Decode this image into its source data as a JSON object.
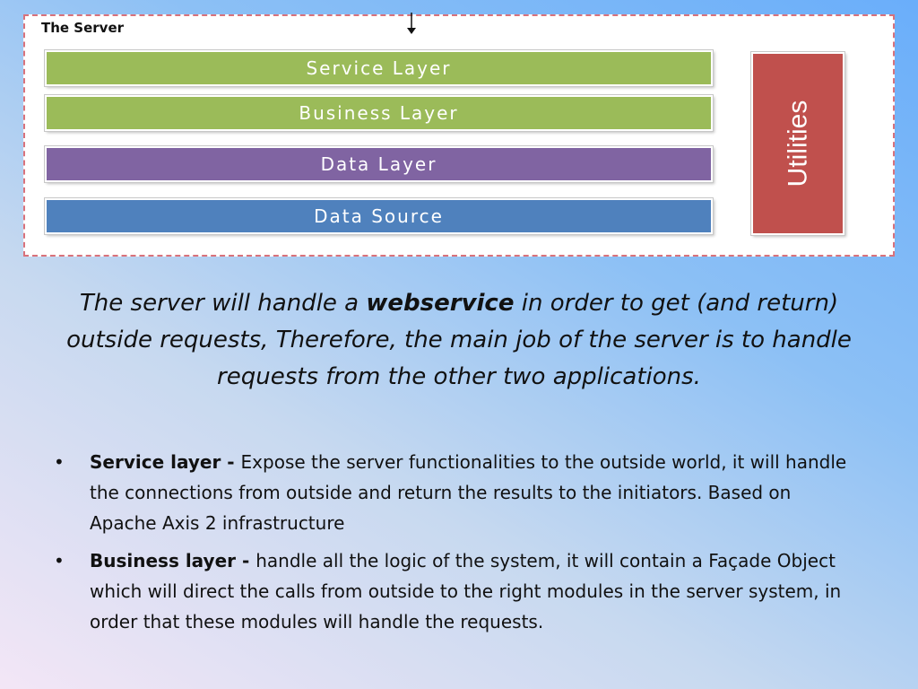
{
  "diagram": {
    "title": "The Server",
    "layers": [
      {
        "label": "Service Layer",
        "color": "#9bbb59"
      },
      {
        "label": "Business Layer",
        "color": "#9bbb59"
      },
      {
        "label": "Data Layer",
        "color": "#8064a2"
      },
      {
        "label": "Data Source",
        "color": "#4f81bd"
      }
    ],
    "utilities": {
      "label": "Utilities",
      "color": "#c0504d"
    },
    "border_color": "#d9727b"
  },
  "intro": {
    "before": "The server will handle a ",
    "strong": "webservice",
    "after": " in order to get (and return) outside requests, Therefore, the main job of the server is to handle requests from the other two applications."
  },
  "bullets": [
    {
      "marker": "•",
      "term": "Service layer - ",
      "text": "Expose the server functionalities to the outside world, it will handle the connections from outside and return the results to the initiators. Based on Apache Axis 2 infrastructure"
    },
    {
      "marker": "•",
      "term": "Business layer - ",
      "text": "handle all the logic of the system, it will contain a Façade Object which will direct the calls from outside to the right modules in the server system, in order that these modules will handle the requests."
    }
  ]
}
